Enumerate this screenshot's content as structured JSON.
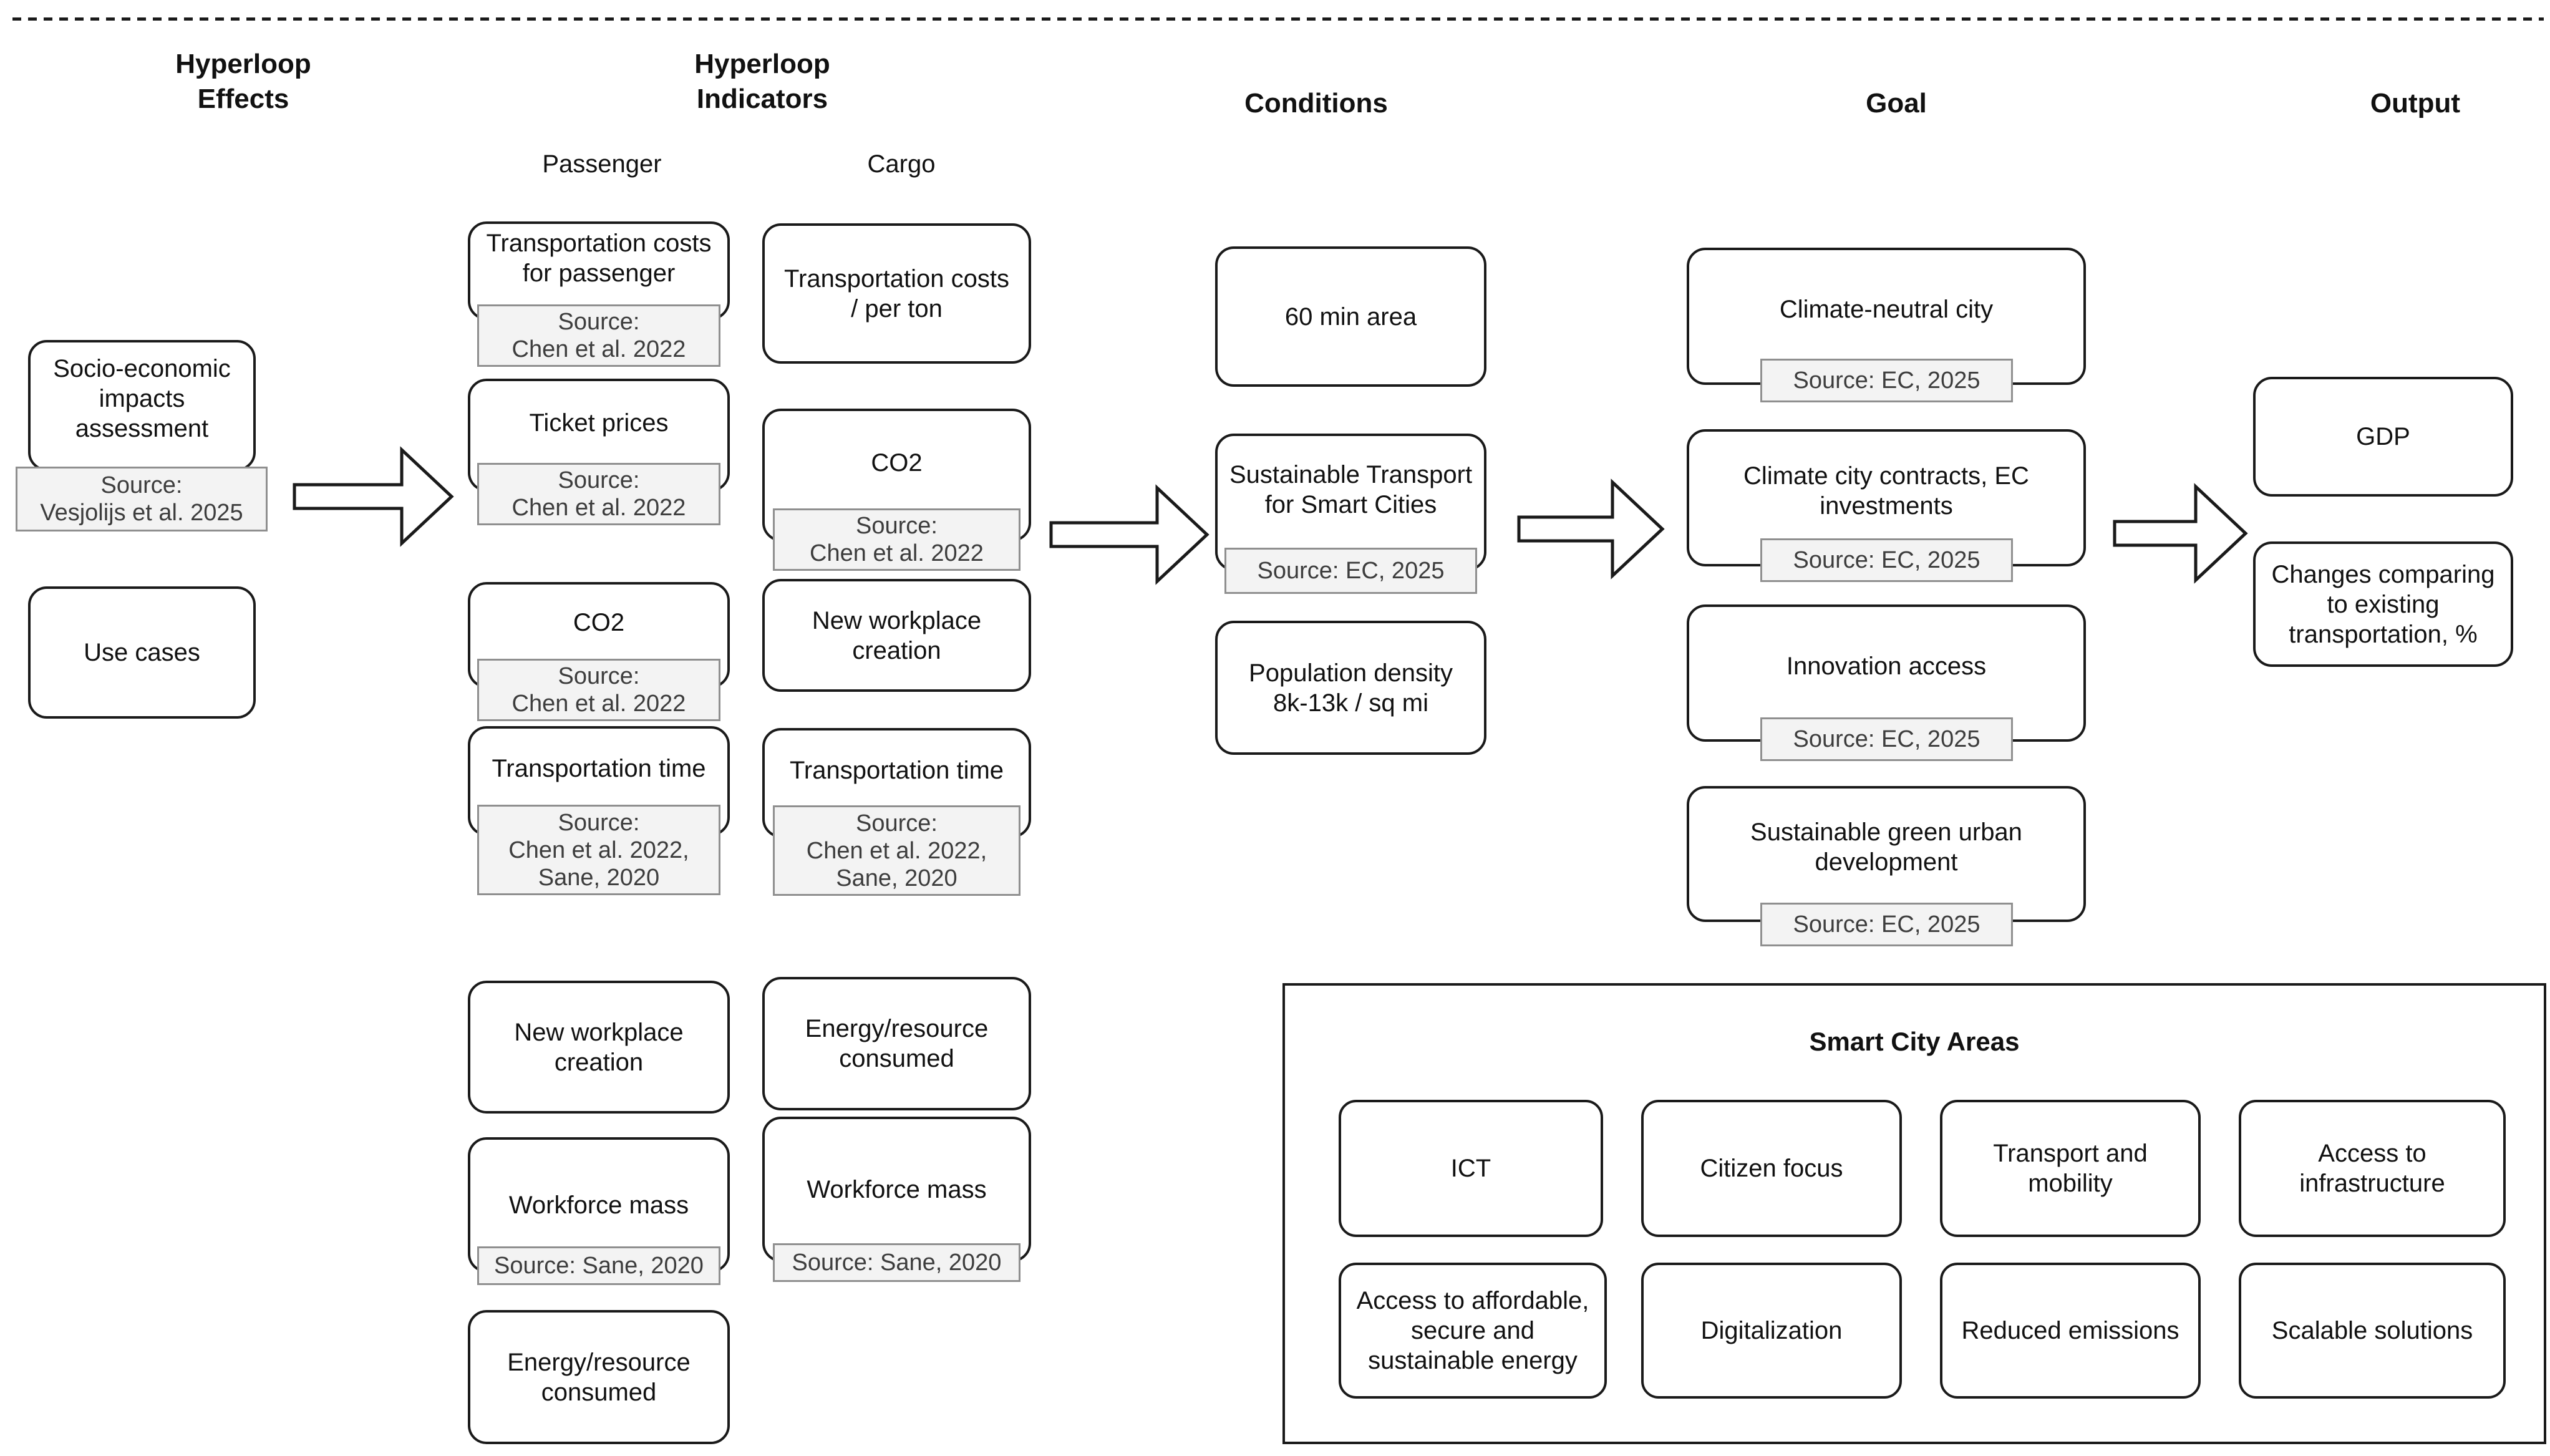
{
  "colors": {
    "box_border": "#1a1a1a",
    "text": "#111111",
    "source_bg": "#f3f3f3",
    "source_border": "#8f8f8f",
    "source_text": "#3d3d3d",
    "bg": "#ffffff"
  },
  "headers": {
    "effects": "Hyperloop\nEffects",
    "indicators": "Hyperloop\nIndicators",
    "passenger": "Passenger",
    "cargo": "Cargo",
    "conditions": "Conditions",
    "goal": "Goal",
    "output": "Output"
  },
  "effects": {
    "items": [
      {
        "label": "Socio-economic\nimpacts\nassessment",
        "source": "Source:\nVesjolijs et al. 2025"
      },
      {
        "label": "Use cases"
      }
    ]
  },
  "passenger": {
    "items": [
      {
        "label": "Transportation costs\nfor passenger",
        "source": "Source:\nChen et al. 2022"
      },
      {
        "label": "Ticket prices",
        "source": "Source:\nChen et al. 2022"
      },
      {
        "label": "CO2",
        "source": "Source:\nChen et al. 2022"
      },
      {
        "label": "Transportation time",
        "source": "Source:\nChen et al. 2022,\nSane, 2020"
      },
      {
        "label": "New workplace\ncreation"
      },
      {
        "label": "Workforce mass",
        "source": "Source: Sane, 2020"
      },
      {
        "label": "Energy/resource\nconsumed"
      }
    ]
  },
  "cargo": {
    "items": [
      {
        "label": "Transportation costs\n/ per ton"
      },
      {
        "label": "CO2",
        "source": "Source:\nChen et al. 2022"
      },
      {
        "label": "New workplace\ncreation"
      },
      {
        "label": "Transportation time",
        "source": "Source:\nChen et al. 2022,\nSane, 2020"
      },
      {
        "label": "Energy/resource\nconsumed"
      },
      {
        "label": "Workforce mass",
        "source": "Source: Sane, 2020"
      }
    ]
  },
  "conditions": {
    "items": [
      {
        "label": "60 min area"
      },
      {
        "label": "Sustainable Transport\nfor Smart Cities",
        "source": "Source: EC, 2025"
      },
      {
        "label": "Population density\n8k-13k / sq mi"
      }
    ]
  },
  "goal": {
    "items": [
      {
        "label": "Climate-neutral city",
        "source": "Source: EC, 2025"
      },
      {
        "label": "Climate city contracts, EC\ninvestments",
        "source": "Source: EC, 2025"
      },
      {
        "label": "Innovation access",
        "source": "Source: EC, 2025"
      },
      {
        "label": "Sustainable green urban\ndevelopment",
        "source": "Source: EC, 2025"
      }
    ]
  },
  "output": {
    "items": [
      {
        "label": "GDP"
      },
      {
        "label": "Changes comparing\nto existing\ntransportation, %"
      }
    ]
  },
  "smart_city": {
    "title": "Smart City Areas",
    "areas": [
      "ICT",
      "Citizen focus",
      "Transport and\nmobility",
      "Access to\ninfrastructure",
      "Access to affordable,\nsecure and\nsustainable energy",
      "Digitalization",
      "Reduced emissions",
      "Scalable solutions"
    ]
  }
}
